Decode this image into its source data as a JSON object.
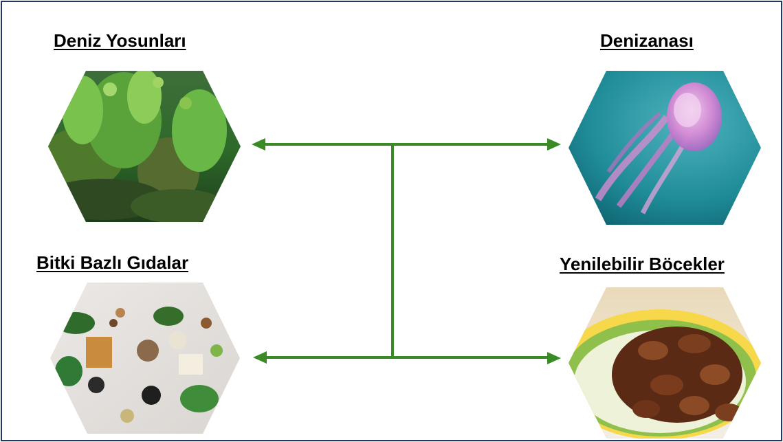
{
  "panels": [
    {
      "label": "Deniz Yosunları",
      "icon": "seaweed-image"
    },
    {
      "label": "Denizanası",
      "icon": "jellyfish-image"
    },
    {
      "label": "Bitki Bazlı Gıdalar",
      "icon": "plant-based-food-image"
    },
    {
      "label": "Yenilebilir Böcekler",
      "icon": "edible-insects-image"
    }
  ],
  "colors": {
    "connector": "#3a8a26",
    "frame_border": "#1f3864",
    "label": "#000000"
  }
}
